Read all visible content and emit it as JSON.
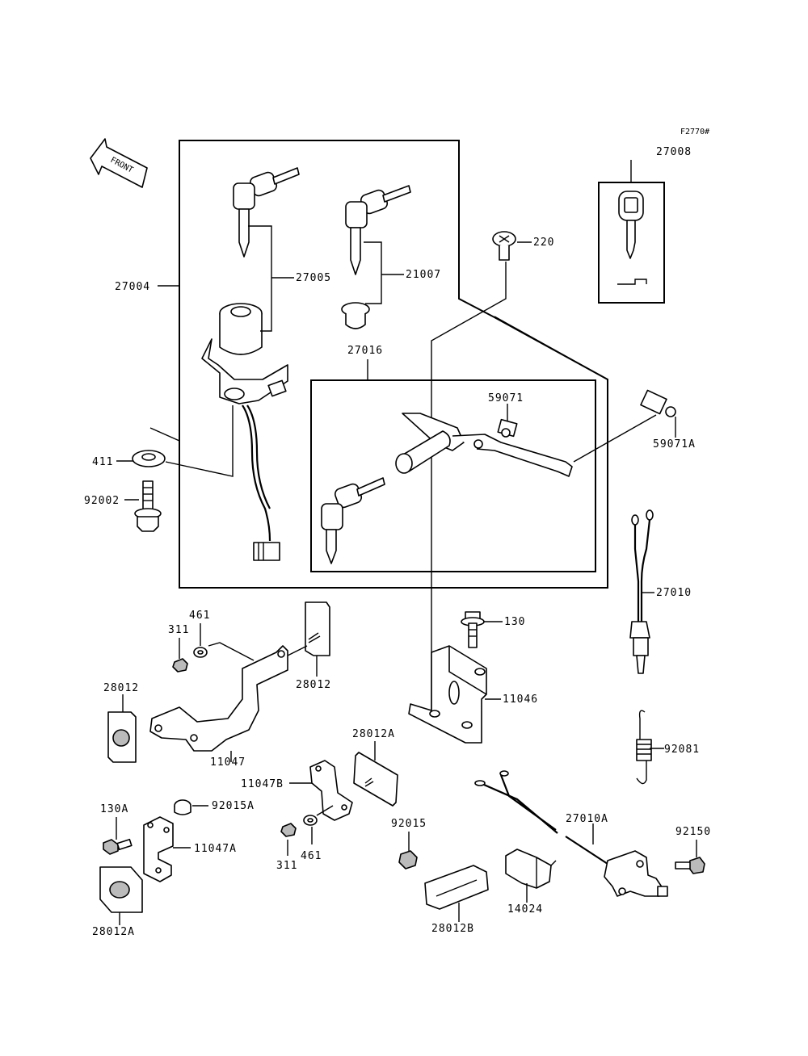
{
  "figure_code": "F2770#",
  "front_label": "FRONT",
  "labels": {
    "l27008": "27008",
    "l220": "220",
    "l27004": "27004",
    "l27005": "27005",
    "l21007": "21007",
    "l27016": "27016",
    "l59071": "59071",
    "l59071A": "59071A",
    "l411": "411",
    "l92002": "92002",
    "l27010": "27010",
    "l461a": "461",
    "l311a": "311",
    "l130": "130",
    "l28012a": "28012",
    "l28012b": "28012",
    "l11046": "11046",
    "l11047": "11047",
    "l28012A_top": "28012A",
    "l92081": "92081",
    "l11047B": "11047B",
    "l130A": "130A",
    "l92015A": "92015A",
    "l11047A": "11047A",
    "l92015": "92015",
    "l27010A": "27010A",
    "l92150": "92150",
    "l311b": "311",
    "l461b": "461",
    "l14024": "14024",
    "l28012A_bot": "28012A",
    "l28012B": "28012B"
  }
}
